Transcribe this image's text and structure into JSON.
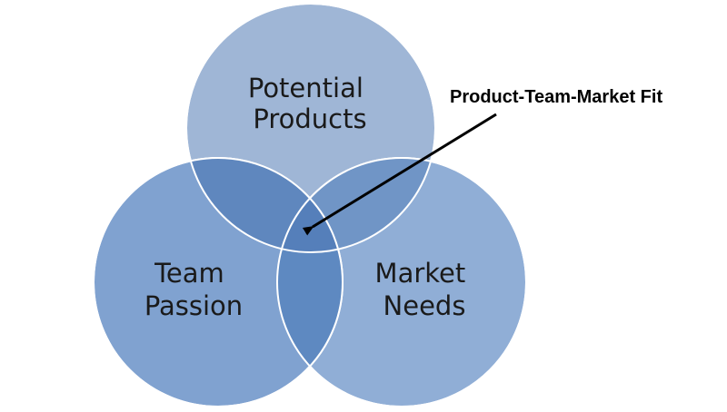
{
  "diagram": {
    "circles": [
      {
        "id": "potential-products",
        "lines": [
          "Potential",
          "Products"
        ],
        "fill": "#9fb6d6"
      },
      {
        "id": "team-passion",
        "lines": [
          "Team",
          "Passion"
        ],
        "fill": "#6e95c9"
      },
      {
        "id": "market-needs",
        "lines": [
          "Market",
          "Needs"
        ],
        "fill": "#87a7d2"
      }
    ],
    "callout": {
      "label": "Product-Team-Market Fit",
      "color": "#000000"
    },
    "outline_color": "#ffffff"
  }
}
